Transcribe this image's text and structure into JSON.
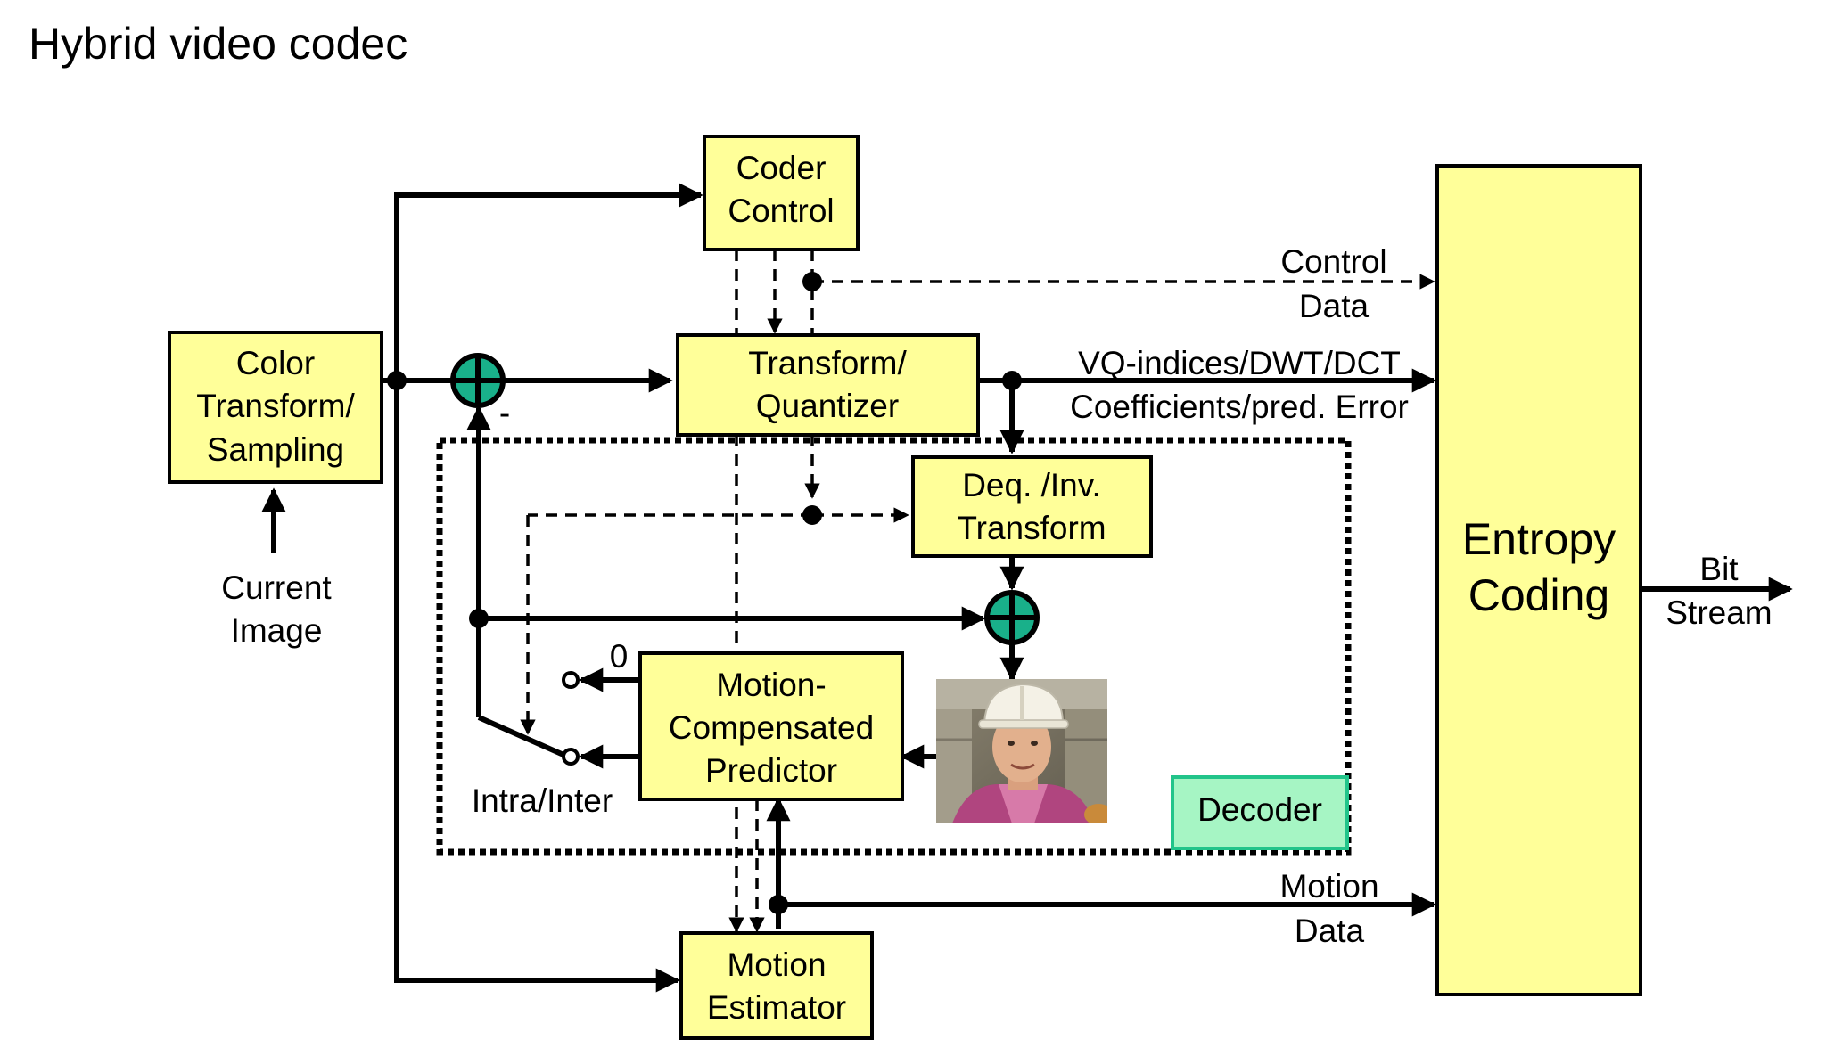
{
  "title": "Hybrid video codec",
  "blocks": {
    "coder_control": [
      "Coder",
      "Control"
    ],
    "color_transform": [
      "Color",
      "Transform/",
      "Sampling"
    ],
    "transform_quantizer": [
      "Transform/",
      "Quantizer"
    ],
    "deq_inv_transform": [
      "Deq. /Inv.",
      "Transform"
    ],
    "motion_compensated_predictor": [
      "Motion-",
      "Compensated",
      "Predictor"
    ],
    "motion_estimator": [
      "Motion",
      "Estimator"
    ],
    "entropy_coding": [
      "Entropy",
      "Coding"
    ],
    "decoder": "Decoder"
  },
  "labels": {
    "current_image": [
      "Current",
      "Image"
    ],
    "control_data": [
      "Control",
      "Data"
    ],
    "coefficients": [
      "VQ-indices/DWT/DCT",
      "Coefficients/pred. Error"
    ],
    "motion_data": [
      "Motion",
      "Data"
    ],
    "bit_stream": [
      "Bit",
      "Stream"
    ],
    "intra_inter": "Intra/Inter",
    "zero": "0",
    "minus": "-"
  },
  "colors": {
    "block_fill": "#ffff99",
    "adder_fill": "#19b08a",
    "decoder_fill": "#a6f5c4",
    "decoder_border": "#22c48a"
  },
  "image": {
    "subject": "worker-in-hard-hat"
  }
}
